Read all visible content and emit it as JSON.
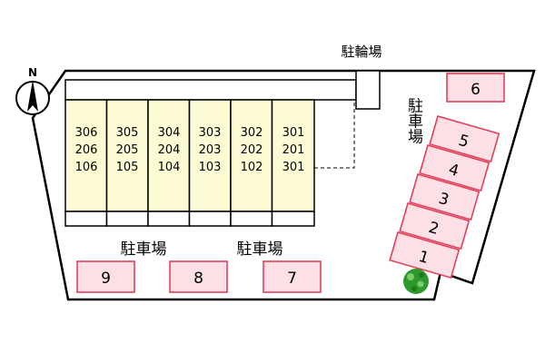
{
  "compass": {
    "label": "N"
  },
  "bicycle_parking": {
    "label": "駐輪場"
  },
  "building_units": [
    {
      "floor3": "306",
      "floor2": "206",
      "floor1": "106"
    },
    {
      "floor3": "305",
      "floor2": "205",
      "floor1": "105"
    },
    {
      "floor3": "304",
      "floor2": "204",
      "floor1": "104"
    },
    {
      "floor3": "303",
      "floor2": "203",
      "floor1": "103"
    },
    {
      "floor3": "302",
      "floor2": "202",
      "floor1": "102"
    },
    {
      "floor3": "301",
      "floor2": "201",
      "floor1": "301"
    }
  ],
  "parking_labels": {
    "right": "駐車場",
    "bottom_left": "駐車場",
    "bottom_center": "駐車場"
  },
  "parking_spaces": {
    "p1": "1",
    "p2": "2",
    "p3": "3",
    "p4": "4",
    "p5": "5",
    "p6": "6",
    "p7": "7",
    "p8": "8",
    "p9": "9"
  },
  "colors": {
    "building_fill": "#fdfbd3",
    "parking_fill": "#fde0e6",
    "parking_stroke": "#e0405a",
    "tree": "#2e9a2e",
    "outline": "#000000"
  }
}
